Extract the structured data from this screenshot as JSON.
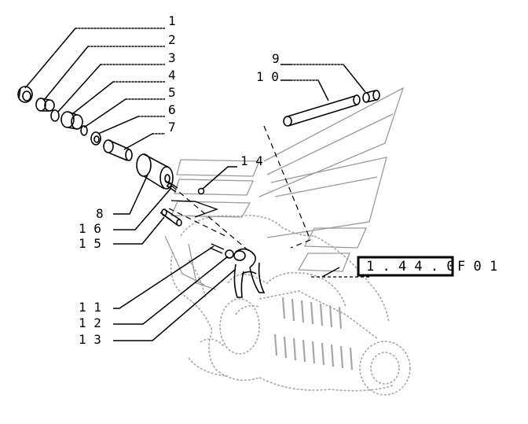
{
  "callouts": [
    {
      "id": "c1",
      "label": "1"
    },
    {
      "id": "c2",
      "label": "2"
    },
    {
      "id": "c3",
      "label": "3"
    },
    {
      "id": "c4",
      "label": "4"
    },
    {
      "id": "c5",
      "label": "5"
    },
    {
      "id": "c6",
      "label": "6"
    },
    {
      "id": "c7",
      "label": "7"
    },
    {
      "id": "c8",
      "label": "8"
    },
    {
      "id": "c9",
      "label": "9"
    },
    {
      "id": "c10",
      "label": "1 0"
    },
    {
      "id": "c11",
      "label": "1 1"
    },
    {
      "id": "c12",
      "label": "1 2"
    },
    {
      "id": "c13",
      "label": "1 3"
    },
    {
      "id": "c14",
      "label": "1 4"
    },
    {
      "id": "c15",
      "label": "1 5"
    },
    {
      "id": "c16",
      "label": "1 6"
    }
  ],
  "reference": {
    "box_code": "1 . 4 4 . 0",
    "suffix": "F   0 1"
  },
  "colors": {
    "line": "#000000",
    "light_line": "#9a9a9a",
    "background": "#ffffff"
  }
}
